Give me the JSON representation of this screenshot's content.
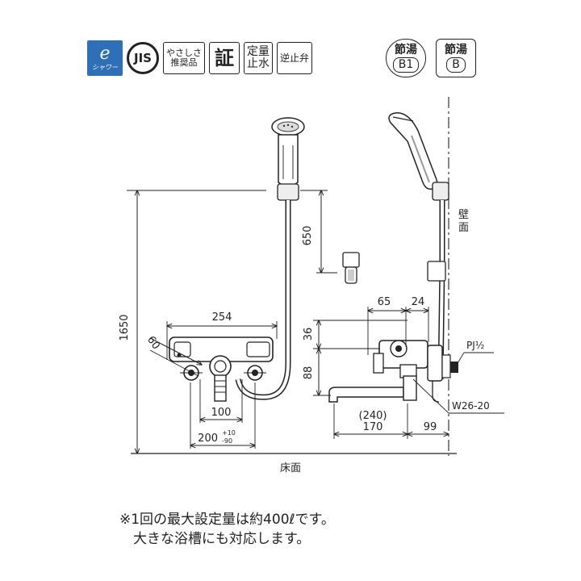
{
  "certifications": {
    "eco_logo": {
      "mark": "e",
      "sub": "シャワー"
    },
    "jis_logo": "JIS",
    "yasashisa": {
      "line1": "やさしさ",
      "line2": "推奨品"
    },
    "sho": "証",
    "teiryo": {
      "line1": "定量",
      "line2": "止水"
    },
    "gyakushiben": "逆止弁"
  },
  "badges": {
    "b1": {
      "top": "節湯",
      "bottom": "B1"
    },
    "b2": {
      "top": "節湯",
      "bottom": "B"
    }
  },
  "dimensions": {
    "d1650": "1650",
    "d650": "650",
    "d254": "254",
    "d60": "60",
    "d100": "100",
    "d200": "200",
    "d200_tol_plus": "+10",
    "d200_tol_minus": "-90",
    "d65": "65",
    "d24": "24",
    "d36": "36",
    "d88": "88",
    "d240": "(240)",
    "d170": "170",
    "d99": "99"
  },
  "labels": {
    "wall": "壁面",
    "wall_top": "壁",
    "wall_bottom": "面",
    "floor": "床面",
    "pj": "PJ½",
    "w26": "W26-20"
  },
  "note": {
    "line1": "※1回の最大設定量は約400ℓです。",
    "line2": "大きな浴槽にも対応します。"
  }
}
